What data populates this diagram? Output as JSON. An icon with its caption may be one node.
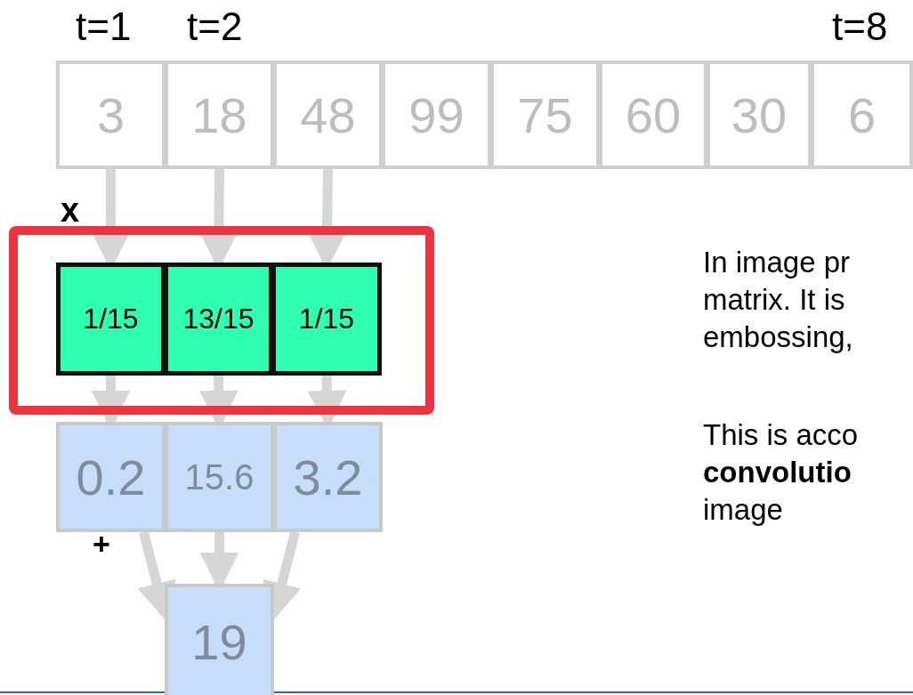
{
  "diagram": {
    "nodes": [
      {
        "text": [
          "3"
        ]
      },
      {
        "text": [
          "18"
        ]
      },
      {
        "text": [
          "48"
        ]
      },
      {
        "text": [
          "99"
        ]
      },
      {
        "text": [
          "75"
        ]
      },
      {
        "text": [
          "60"
        ]
      },
      {
        "text": [
          "30"
        ]
      },
      {
        "text": [
          "6"
        ]
      },
      {
        "text": [],
        "shape": "box"
      },
      {
        "text": [
          "1/15"
        ],
        "in": 8
      },
      {
        "text": [
          "13/15"
        ],
        "in": 8
      },
      {
        "text": [
          "1/15"
        ],
        "in": 8
      },
      {
        "text": [
          "0.2"
        ]
      },
      {
        "text": [
          "15.6"
        ]
      },
      {
        "text": [
          "3.2"
        ]
      },
      {
        "text": [
          "19"
        ]
      }
    ],
    "edges": [
      {
        "from": 0,
        "to": 9,
        "arrow": "to"
      },
      {
        "from": 1,
        "to": 10,
        "arrow": "to"
      },
      {
        "from": 2,
        "to": 11,
        "arrow": "to"
      },
      {
        "from": 9,
        "to": 12,
        "arrow": "to"
      },
      {
        "from": 10,
        "to": 13,
        "arrow": "to"
      },
      {
        "from": 11,
        "to": 14,
        "arrow": "to"
      },
      {
        "from": 12,
        "to": 15,
        "arrow": "to"
      },
      {
        "from": 13,
        "to": 15,
        "arrow": "to"
      },
      {
        "from": 14,
        "to": 15,
        "arrow": "to"
      }
    ],
    "labels": [
      "t=1",
      "t=2",
      "t=8",
      "x",
      "In image pr matrix. It is embossing,",
      "This is acco **convolutio** image",
      "+"
    ]
  }
}
